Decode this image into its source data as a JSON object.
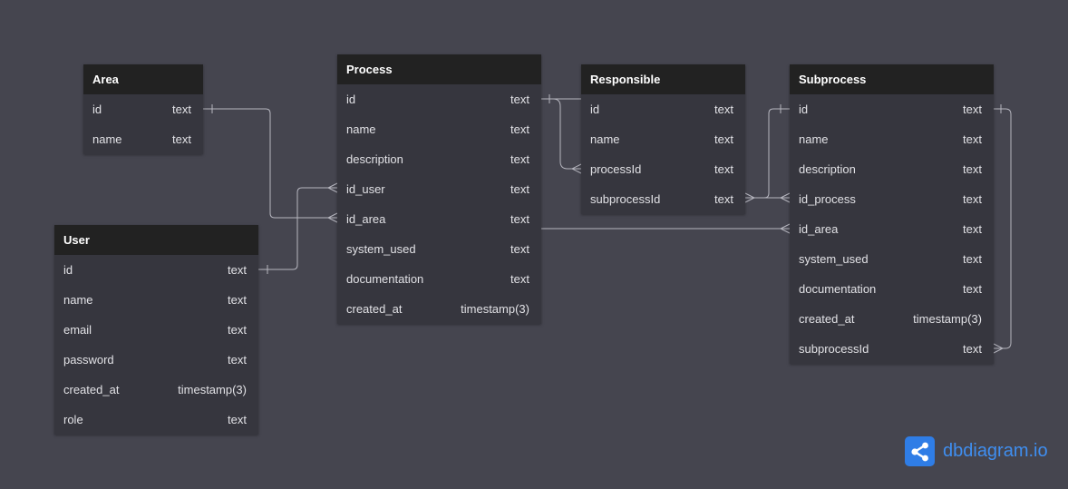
{
  "diagram": {
    "tables": [
      {
        "id": "area",
        "name": "Area",
        "fields": [
          {
            "name": "id",
            "type": "text"
          },
          {
            "name": "name",
            "type": "text"
          }
        ]
      },
      {
        "id": "process",
        "name": "Process",
        "fields": [
          {
            "name": "id",
            "type": "text"
          },
          {
            "name": "name",
            "type": "text"
          },
          {
            "name": "description",
            "type": "text"
          },
          {
            "name": "id_user",
            "type": "text"
          },
          {
            "name": "id_area",
            "type": "text"
          },
          {
            "name": "system_used",
            "type": "text"
          },
          {
            "name": "documentation",
            "type": "text"
          },
          {
            "name": "created_at",
            "type": "timestamp(3)"
          }
        ]
      },
      {
        "id": "responsible",
        "name": "Responsible",
        "fields": [
          {
            "name": "id",
            "type": "text"
          },
          {
            "name": "name",
            "type": "text"
          },
          {
            "name": "processId",
            "type": "text"
          },
          {
            "name": "subprocessId",
            "type": "text"
          }
        ]
      },
      {
        "id": "subprocess",
        "name": "Subprocess",
        "fields": [
          {
            "name": "id",
            "type": "text"
          },
          {
            "name": "name",
            "type": "text"
          },
          {
            "name": "description",
            "type": "text"
          },
          {
            "name": "id_process",
            "type": "text"
          },
          {
            "name": "id_area",
            "type": "text"
          },
          {
            "name": "system_used",
            "type": "text"
          },
          {
            "name": "documentation",
            "type": "text"
          },
          {
            "name": "created_at",
            "type": "timestamp(3)"
          },
          {
            "name": "subprocessId",
            "type": "text"
          }
        ]
      },
      {
        "id": "user",
        "name": "User",
        "fields": [
          {
            "name": "id",
            "type": "text"
          },
          {
            "name": "name",
            "type": "text"
          },
          {
            "name": "email",
            "type": "text"
          },
          {
            "name": "password",
            "type": "text"
          },
          {
            "name": "created_at",
            "type": "timestamp(3)"
          },
          {
            "name": "role",
            "type": "text"
          }
        ]
      }
    ],
    "relationships": [
      {
        "from": "Area.id",
        "to": "Process.id_area",
        "cardinality": "one-to-many"
      },
      {
        "from": "User.id",
        "to": "Process.id_user",
        "cardinality": "one-to-many"
      },
      {
        "from": "Process.id",
        "to": "Responsible.processId",
        "cardinality": "one-to-many"
      },
      {
        "from": "Subprocess.id",
        "to": "Responsible.subprocessId",
        "cardinality": "one-to-many"
      },
      {
        "from": "Process.id",
        "to": "Subprocess.id_process",
        "cardinality": "one-to-many"
      },
      {
        "from": "Process",
        "to": "Subprocess.id_area",
        "cardinality": "to-many"
      },
      {
        "from": "Subprocess.id",
        "to": "Subprocess.subprocessId",
        "cardinality": "self-reference"
      }
    ]
  },
  "brand": {
    "name": "dbdiagram.io",
    "icon": "share-nodes-icon"
  },
  "colors": {
    "canvas": "#45454f",
    "table_header": "#222222",
    "table_body": "#36363e",
    "line": "#b6b6bf",
    "brand": "#3f8ef0"
  }
}
